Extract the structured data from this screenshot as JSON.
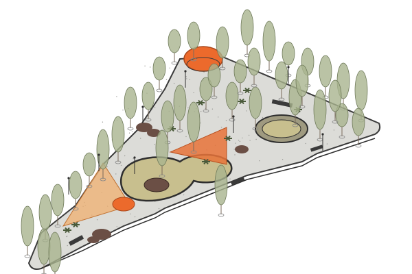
{
  "scene": {
    "kind": "isometric park plan",
    "colors": {
      "plaza": "#dcdcd8",
      "plaza_edge": "#3a3a3a",
      "lawn": "#c8bf8e",
      "lawn_edge": "#2e2e2e",
      "canopy_sail": "#e8733a",
      "shade_fan": "#f0b070",
      "pavilion": "#ec6a2c",
      "tree": "#a9b48f",
      "tree_edge": "#6f7a5a",
      "planter": "#4a5a3a",
      "stone": "#6b4f45"
    },
    "tree_count": 40,
    "features": [
      "triangular-plaza",
      "figure-eight-lawn",
      "oval-lawn",
      "orange-dome-pavilion",
      "orange-shade-sail",
      "shade-fan-canopy",
      "round-kiosk",
      "stepping-stones",
      "benches",
      "light-poles",
      "palm-planters"
    ]
  }
}
